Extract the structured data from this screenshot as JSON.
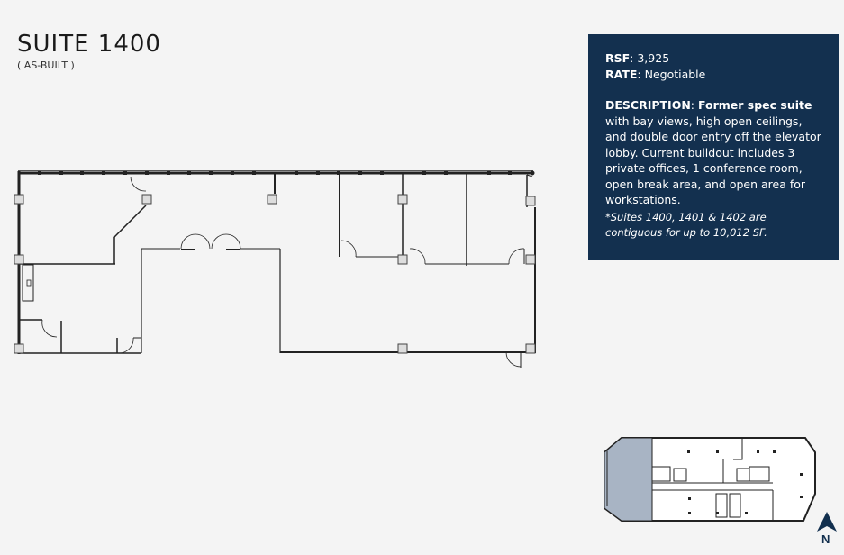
{
  "header": {
    "title": "SUITE 1400",
    "subtitle": "( AS-BUILT )"
  },
  "info_box": {
    "background": "#13304f",
    "rsf_label": "RSF",
    "rsf_value": ": 3,925",
    "rate_label": "RATE",
    "rate_value": ": Negotiable",
    "description_label": "DESCRIPTION",
    "description_sep": ": ",
    "description_bold": "Former spec suite",
    "description_text": " with bay views, high open ceilings, and double door entry off the elevator lobby. Current buildout includes 3 private offices, 1 conference room, open break area, and open area for workstations.",
    "note": "*Suites 1400, 1401 & 1402 are contiguous for up to 10,012 SF."
  },
  "floorplan": {
    "label": "suite-1400-floorplan"
  },
  "keyplan": {
    "highlight_color": "#a8b4c4",
    "label": "floor-keyplan"
  },
  "compass": {
    "label": "N",
    "color": "#13304f"
  }
}
